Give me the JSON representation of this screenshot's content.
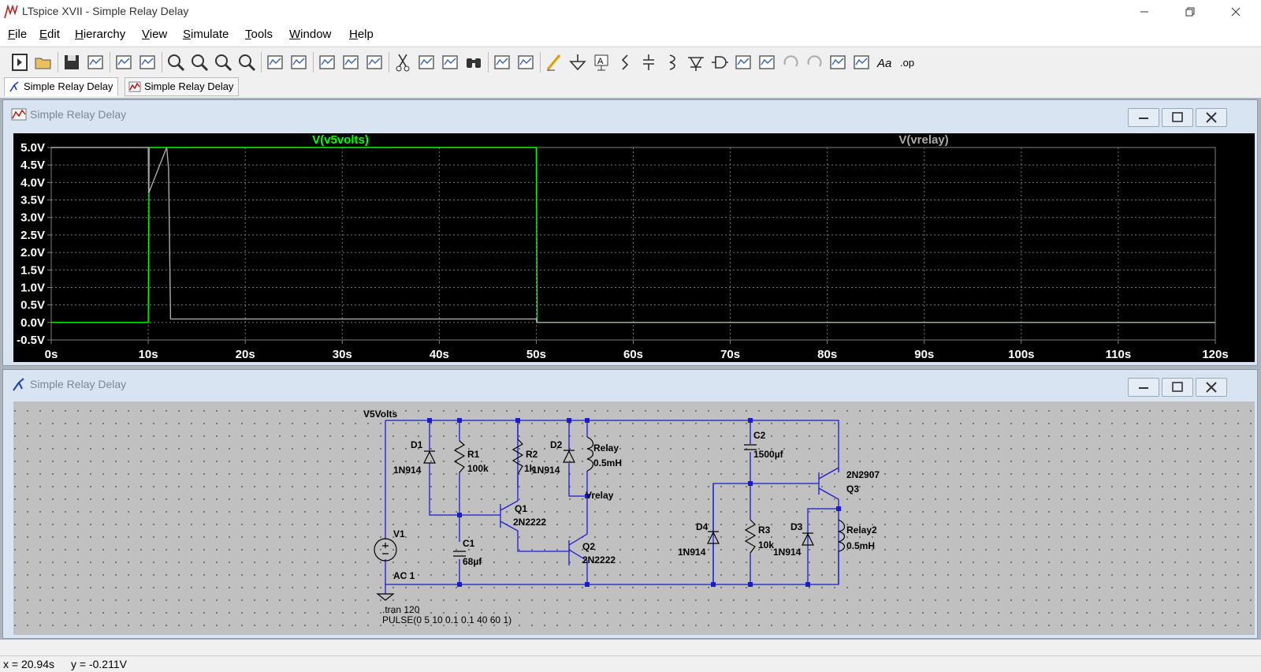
{
  "window": {
    "title": "LTspice XVII - Simple Relay Delay"
  },
  "menu": [
    "File",
    "Edit",
    "Hierarchy",
    "View",
    "Simulate",
    "Tools",
    "Window",
    "Help"
  ],
  "toolbar": {
    "icons": [
      "new-schematic-icon",
      "open-icon",
      "save-icon",
      "control-panel-icon",
      "run-icon",
      "halt-icon",
      "zoom-in-icon",
      "zoom-area-icon",
      "zoom-out-icon",
      "zoom-fit-icon",
      "autorange-icon",
      "plot-settings-icon",
      "tile-horizontal-icon",
      "tile-vertical-icon",
      "cascade-icon",
      "cut-icon",
      "copy-icon",
      "paste-icon",
      "find-icon",
      "print-preview-icon",
      "print-icon",
      "wire-icon",
      "ground-icon",
      "label-net-icon",
      "resistor-icon",
      "capacitor-icon",
      "inductor-icon",
      "diode-icon",
      "component-icon",
      "move-icon",
      "drag-icon",
      "undo-icon",
      "redo-icon",
      "rotate-icon",
      "mirror-icon",
      "text-icon",
      "spice-directive-icon"
    ],
    "spice_label": ".op",
    "text_label": "Aa"
  },
  "tabs": [
    {
      "label": "Simple Relay Delay",
      "type": "schematic"
    },
    {
      "label": "Simple Relay Delay",
      "type": "waveform"
    }
  ],
  "waveform_window": {
    "title": "Simple Relay Delay",
    "traces": [
      {
        "name": "V(v5volts)",
        "color": "#00ff00"
      },
      {
        "name": "V(vrelay)",
        "color": "#aaaaaa"
      }
    ]
  },
  "chart_data": {
    "type": "line",
    "xlabel": "",
    "ylabel": "",
    "xlim": [
      0,
      120
    ],
    "ylim": [
      -0.5,
      5.0
    ],
    "x_ticks": [
      "0s",
      "10s",
      "20s",
      "30s",
      "40s",
      "50s",
      "60s",
      "70s",
      "80s",
      "90s",
      "100s",
      "110s",
      "120s"
    ],
    "y_ticks": [
      "5.0V",
      "4.5V",
      "4.0V",
      "3.5V",
      "3.0V",
      "2.5V",
      "2.0V",
      "1.5V",
      "1.0V",
      "0.5V",
      "0.0V",
      "-0.5V"
    ],
    "grid": true,
    "series": [
      {
        "name": "V(v5volts)",
        "color": "#00ff00",
        "x": [
          0,
          10,
          10.1,
          50,
          50.1,
          120
        ],
        "y": [
          0,
          0,
          5,
          5,
          0,
          0
        ]
      },
      {
        "name": "V(vrelay)",
        "color": "#aaaaaa",
        "x": [
          0,
          10,
          10.05,
          11.9,
          12.1,
          12.3,
          50,
          50.05,
          120
        ],
        "y": [
          5,
          5,
          3.7,
          5,
          4.4,
          0.1,
          0.1,
          0,
          0
        ]
      }
    ]
  },
  "schematic_window": {
    "title": "Simple Relay Delay",
    "labels": {
      "net_v5": "V5Volts",
      "net_vrelay": "Vrelay",
      "d1": "D1",
      "d1_model": "1N914",
      "r1": "R1",
      "r1_val": "100k",
      "r2": "R2",
      "r2_val": "1k",
      "d2": "D2",
      "d2_model": "1N914",
      "relay": "Relay",
      "relay_val": "0.5mH",
      "q1": "Q1",
      "q1_model": "2N2222",
      "q2": "Q2",
      "q2_model": "2N2222",
      "c1": "C1",
      "c1_val": "68µf",
      "v1": "V1",
      "v1_val": "AC 1",
      "c2": "C2",
      "c2_val": "1500µf",
      "q3_model": "2N2907",
      "q3": "Q3",
      "d4": "D4",
      "d4_model": "1N914",
      "r3": "R3",
      "r3_val": "10k",
      "d3": "D3",
      "d3_model": "1N914",
      "relay2": "Relay2",
      "relay2_val": "0.5mH",
      "tran": ".tran 120",
      "pulse": "PULSE(0 5 10 0.1 0.1 40 60 1)"
    }
  },
  "status": {
    "x_readout": "x = 20.94s",
    "y_readout": "y = -0.211V"
  }
}
